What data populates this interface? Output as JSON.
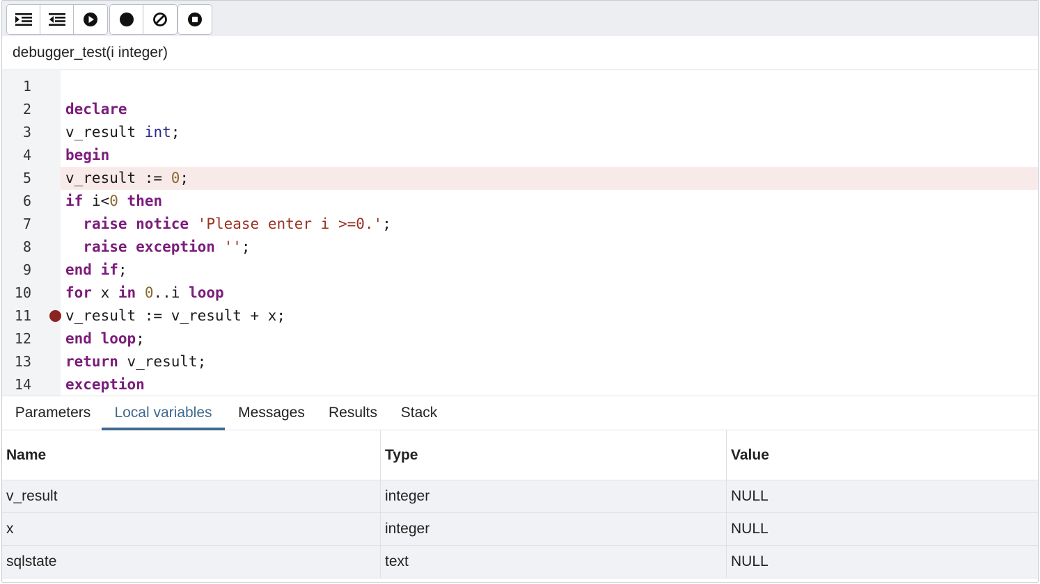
{
  "toolbar": {
    "buttons": [
      {
        "icon": "step-into-icon",
        "group": 1
      },
      {
        "icon": "step-over-icon",
        "group": 1
      },
      {
        "icon": "continue-icon",
        "group": 1
      },
      {
        "icon": "toggle-breakpoint-icon",
        "group": 2
      },
      {
        "icon": "clear-breakpoints-icon",
        "group": 2
      },
      {
        "icon": "stop-icon",
        "group": 3
      }
    ]
  },
  "function_signature": "debugger_test(i integer)",
  "editor": {
    "active_line": 5,
    "breakpoint_line": 11,
    "lines": [
      {
        "n": "1",
        "tokens": []
      },
      {
        "n": "2",
        "tokens": [
          {
            "t": "kw",
            "v": "declare"
          }
        ]
      },
      {
        "n": "3",
        "tokens": [
          {
            "t": "id",
            "v": "v_result "
          },
          {
            "t": "ty",
            "v": "int"
          },
          {
            "t": "id",
            "v": ";"
          }
        ]
      },
      {
        "n": "4",
        "tokens": [
          {
            "t": "kw",
            "v": "begin"
          }
        ]
      },
      {
        "n": "5",
        "tokens": [
          {
            "t": "id",
            "v": "v_result := "
          },
          {
            "t": "num",
            "v": "0"
          },
          {
            "t": "id",
            "v": ";"
          }
        ]
      },
      {
        "n": "6",
        "tokens": [
          {
            "t": "kw",
            "v": "if"
          },
          {
            "t": "id",
            "v": " i<"
          },
          {
            "t": "num",
            "v": "0"
          },
          {
            "t": "id",
            "v": " "
          },
          {
            "t": "kw",
            "v": "then"
          }
        ]
      },
      {
        "n": "7",
        "tokens": [
          {
            "t": "id",
            "v": "  "
          },
          {
            "t": "kw",
            "v": "raise notice"
          },
          {
            "t": "id",
            "v": " "
          },
          {
            "t": "str",
            "v": "'Please enter i >=0.'"
          },
          {
            "t": "id",
            "v": ";"
          }
        ]
      },
      {
        "n": "8",
        "tokens": [
          {
            "t": "id",
            "v": "  "
          },
          {
            "t": "kw",
            "v": "raise exception"
          },
          {
            "t": "id",
            "v": " "
          },
          {
            "t": "str",
            "v": "''"
          },
          {
            "t": "id",
            "v": ";"
          }
        ]
      },
      {
        "n": "9",
        "tokens": [
          {
            "t": "kw",
            "v": "end if"
          },
          {
            "t": "id",
            "v": ";"
          }
        ]
      },
      {
        "n": "10",
        "tokens": [
          {
            "t": "kw",
            "v": "for"
          },
          {
            "t": "id",
            "v": " x "
          },
          {
            "t": "kw",
            "v": "in"
          },
          {
            "t": "id",
            "v": " "
          },
          {
            "t": "num",
            "v": "0"
          },
          {
            "t": "id",
            "v": "..i "
          },
          {
            "t": "kw",
            "v": "loop"
          }
        ]
      },
      {
        "n": "11",
        "tokens": [
          {
            "t": "id",
            "v": "v_result := v_result + x;"
          }
        ]
      },
      {
        "n": "12",
        "tokens": [
          {
            "t": "kw",
            "v": "end loop"
          },
          {
            "t": "id",
            "v": ";"
          }
        ]
      },
      {
        "n": "13",
        "tokens": [
          {
            "t": "kw",
            "v": "return"
          },
          {
            "t": "id",
            "v": " v_result;"
          }
        ]
      },
      {
        "n": "14",
        "tokens": [
          {
            "t": "kw",
            "v": "exception"
          }
        ]
      }
    ]
  },
  "tabs": [
    {
      "label": "Parameters",
      "active": false
    },
    {
      "label": "Local variables",
      "active": true
    },
    {
      "label": "Messages",
      "active": false
    },
    {
      "label": "Results",
      "active": false
    },
    {
      "label": "Stack",
      "active": false
    }
  ],
  "variables_table": {
    "columns": [
      "Name",
      "Type",
      "Value"
    ],
    "rows": [
      [
        "v_result",
        "integer",
        "NULL"
      ],
      [
        "x",
        "integer",
        "NULL"
      ],
      [
        "sqlstate",
        "text",
        "NULL"
      ]
    ]
  }
}
